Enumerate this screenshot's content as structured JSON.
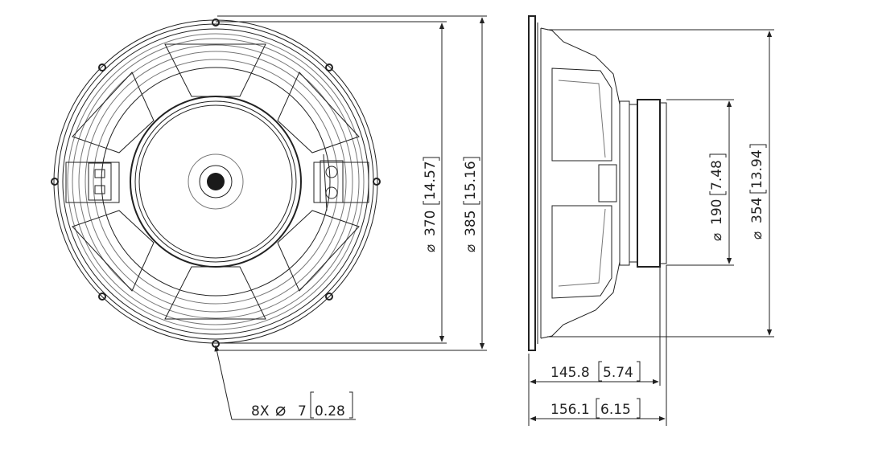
{
  "front_view": {
    "dim_370": {
      "dia": "⌀",
      "mm": "370",
      "inch": "14.57"
    },
    "dim_385": {
      "dia": "⌀",
      "mm": "385",
      "inch": "15.16"
    },
    "holes": {
      "count": "8X",
      "dia": "⌀",
      "mm": "7",
      "inch": "0.28"
    }
  },
  "side_view": {
    "dim_190": {
      "dia": "⌀",
      "mm": "190",
      "inch": "7.48"
    },
    "dim_354": {
      "dia": "⌀",
      "mm": "354",
      "inch": "13.94"
    },
    "depth_1": {
      "mm": "145.8",
      "inch": "5.74"
    },
    "depth_2": {
      "mm": "156.1",
      "inch": "6.15"
    }
  },
  "colors": {
    "line": "#222222",
    "magnet": "#1a1a1a"
  }
}
